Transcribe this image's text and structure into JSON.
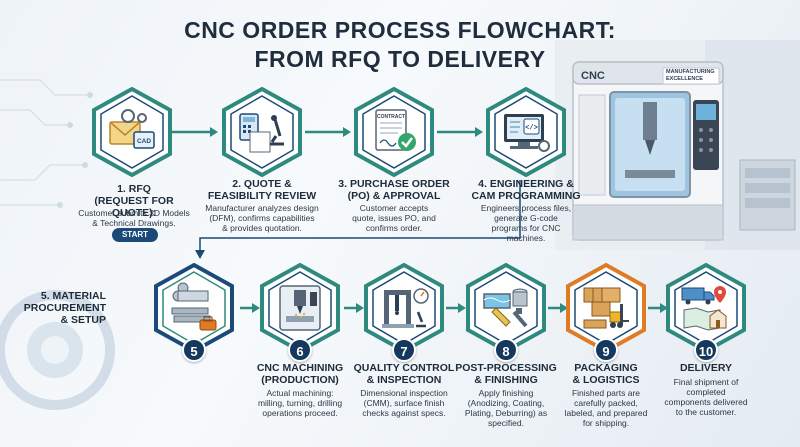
{
  "title": {
    "line1": "CNC ORDER PROCESS FLOWCHART:",
    "line2": "FROM RFQ TO DELIVERY"
  },
  "machine": {
    "brand": "CNC",
    "banner_line1": "MANUFACTURING",
    "banner_line2": "EXCELLENCE"
  },
  "start_label": "START",
  "steps": [
    {
      "title_l1": "1. RFQ",
      "title_l2": "(REQUEST FOR QUOTE):",
      "desc_l1": "Customer submits 3D Models",
      "desc_l2": "& Technical Drawings.",
      "desc_l3": "",
      "icon": "envelope-cad-icon",
      "color": "#2e8a7e"
    },
    {
      "title_l1": "2. QUOTE &",
      "title_l2": "FEASIBILITY REVIEW",
      "desc_l1": "Manufacturer analyzes design",
      "desc_l2": "(DFM), confirms capabilities",
      "desc_l3": "& provides quotation.",
      "icon": "calculator-microscope-icon",
      "color": "#2e8a7e"
    },
    {
      "title_l1": "3. PURCHASE ORDER",
      "title_l2": "(PO) & APPROVAL",
      "desc_l1": "Customer accepts",
      "desc_l2": "quote, issues PO, and",
      "desc_l3": "confirms order.",
      "icon": "contract-check-icon",
      "color": "#2e8a7e"
    },
    {
      "title_l1": "4. ENGINEERING &",
      "title_l2": "CAM PROGRAMMING",
      "desc_l1": "Engineers process files,",
      "desc_l2": "generate G-code",
      "desc_l3": "programs for CNC",
      "desc_l4": "machines.",
      "icon": "computer-code-icon",
      "color": "#2e8a7e"
    },
    {
      "title_l1": "5. MATERIAL",
      "title_l2": "PROCUREMENT",
      "title_l3": "& SETUP",
      "number": "5",
      "icon": "material-stock-icon",
      "color": "#1b4a78"
    },
    {
      "title_l1": "CNC MACHINING",
      "title_l2": "(PRODUCTION)",
      "desc_l1": "Actual machining:",
      "desc_l2": "milling, turning, drilling",
      "desc_l3": "operations proceed.",
      "number": "6",
      "icon": "cnc-spindle-icon",
      "color": "#2e8a7e"
    },
    {
      "title_l1": "QUALITY CONTROL",
      "title_l2": "& INSPECTION",
      "desc_l1": "Dimensional inspection",
      "desc_l2": "(CMM), surface finish",
      "desc_l3": "checks against specs.",
      "number": "7",
      "icon": "cmm-inspection-icon",
      "color": "#2e8a7e"
    },
    {
      "title_l1": "POST-PROCESSING",
      "title_l2": "& FINISHING",
      "desc_l1": "Apply finishing",
      "desc_l2": "(Anodizing, Coating,",
      "desc_l3": "Plating, Deburring) as",
      "desc_l4": "specified.",
      "number": "8",
      "icon": "finishing-tank-icon",
      "color": "#2e8a7e"
    },
    {
      "title_l1": "PACKAGING",
      "title_l2": "& LOGISTICS",
      "desc_l1": "Finished parts are",
      "desc_l2": "carefully packed,",
      "desc_l3": "labeled, and prepared",
      "desc_l4": "for shipping.",
      "number": "9",
      "icon": "boxes-forklift-icon",
      "color": "#e07b24"
    },
    {
      "title_l1": "DELIVERY",
      "desc_l1": "Final shipment of",
      "desc_l2": "completed",
      "desc_l3": "components delivered",
      "desc_l4": "to the customer.",
      "number": "10",
      "icon": "truck-map-home-icon",
      "color": "#2e8a7e"
    }
  ]
}
